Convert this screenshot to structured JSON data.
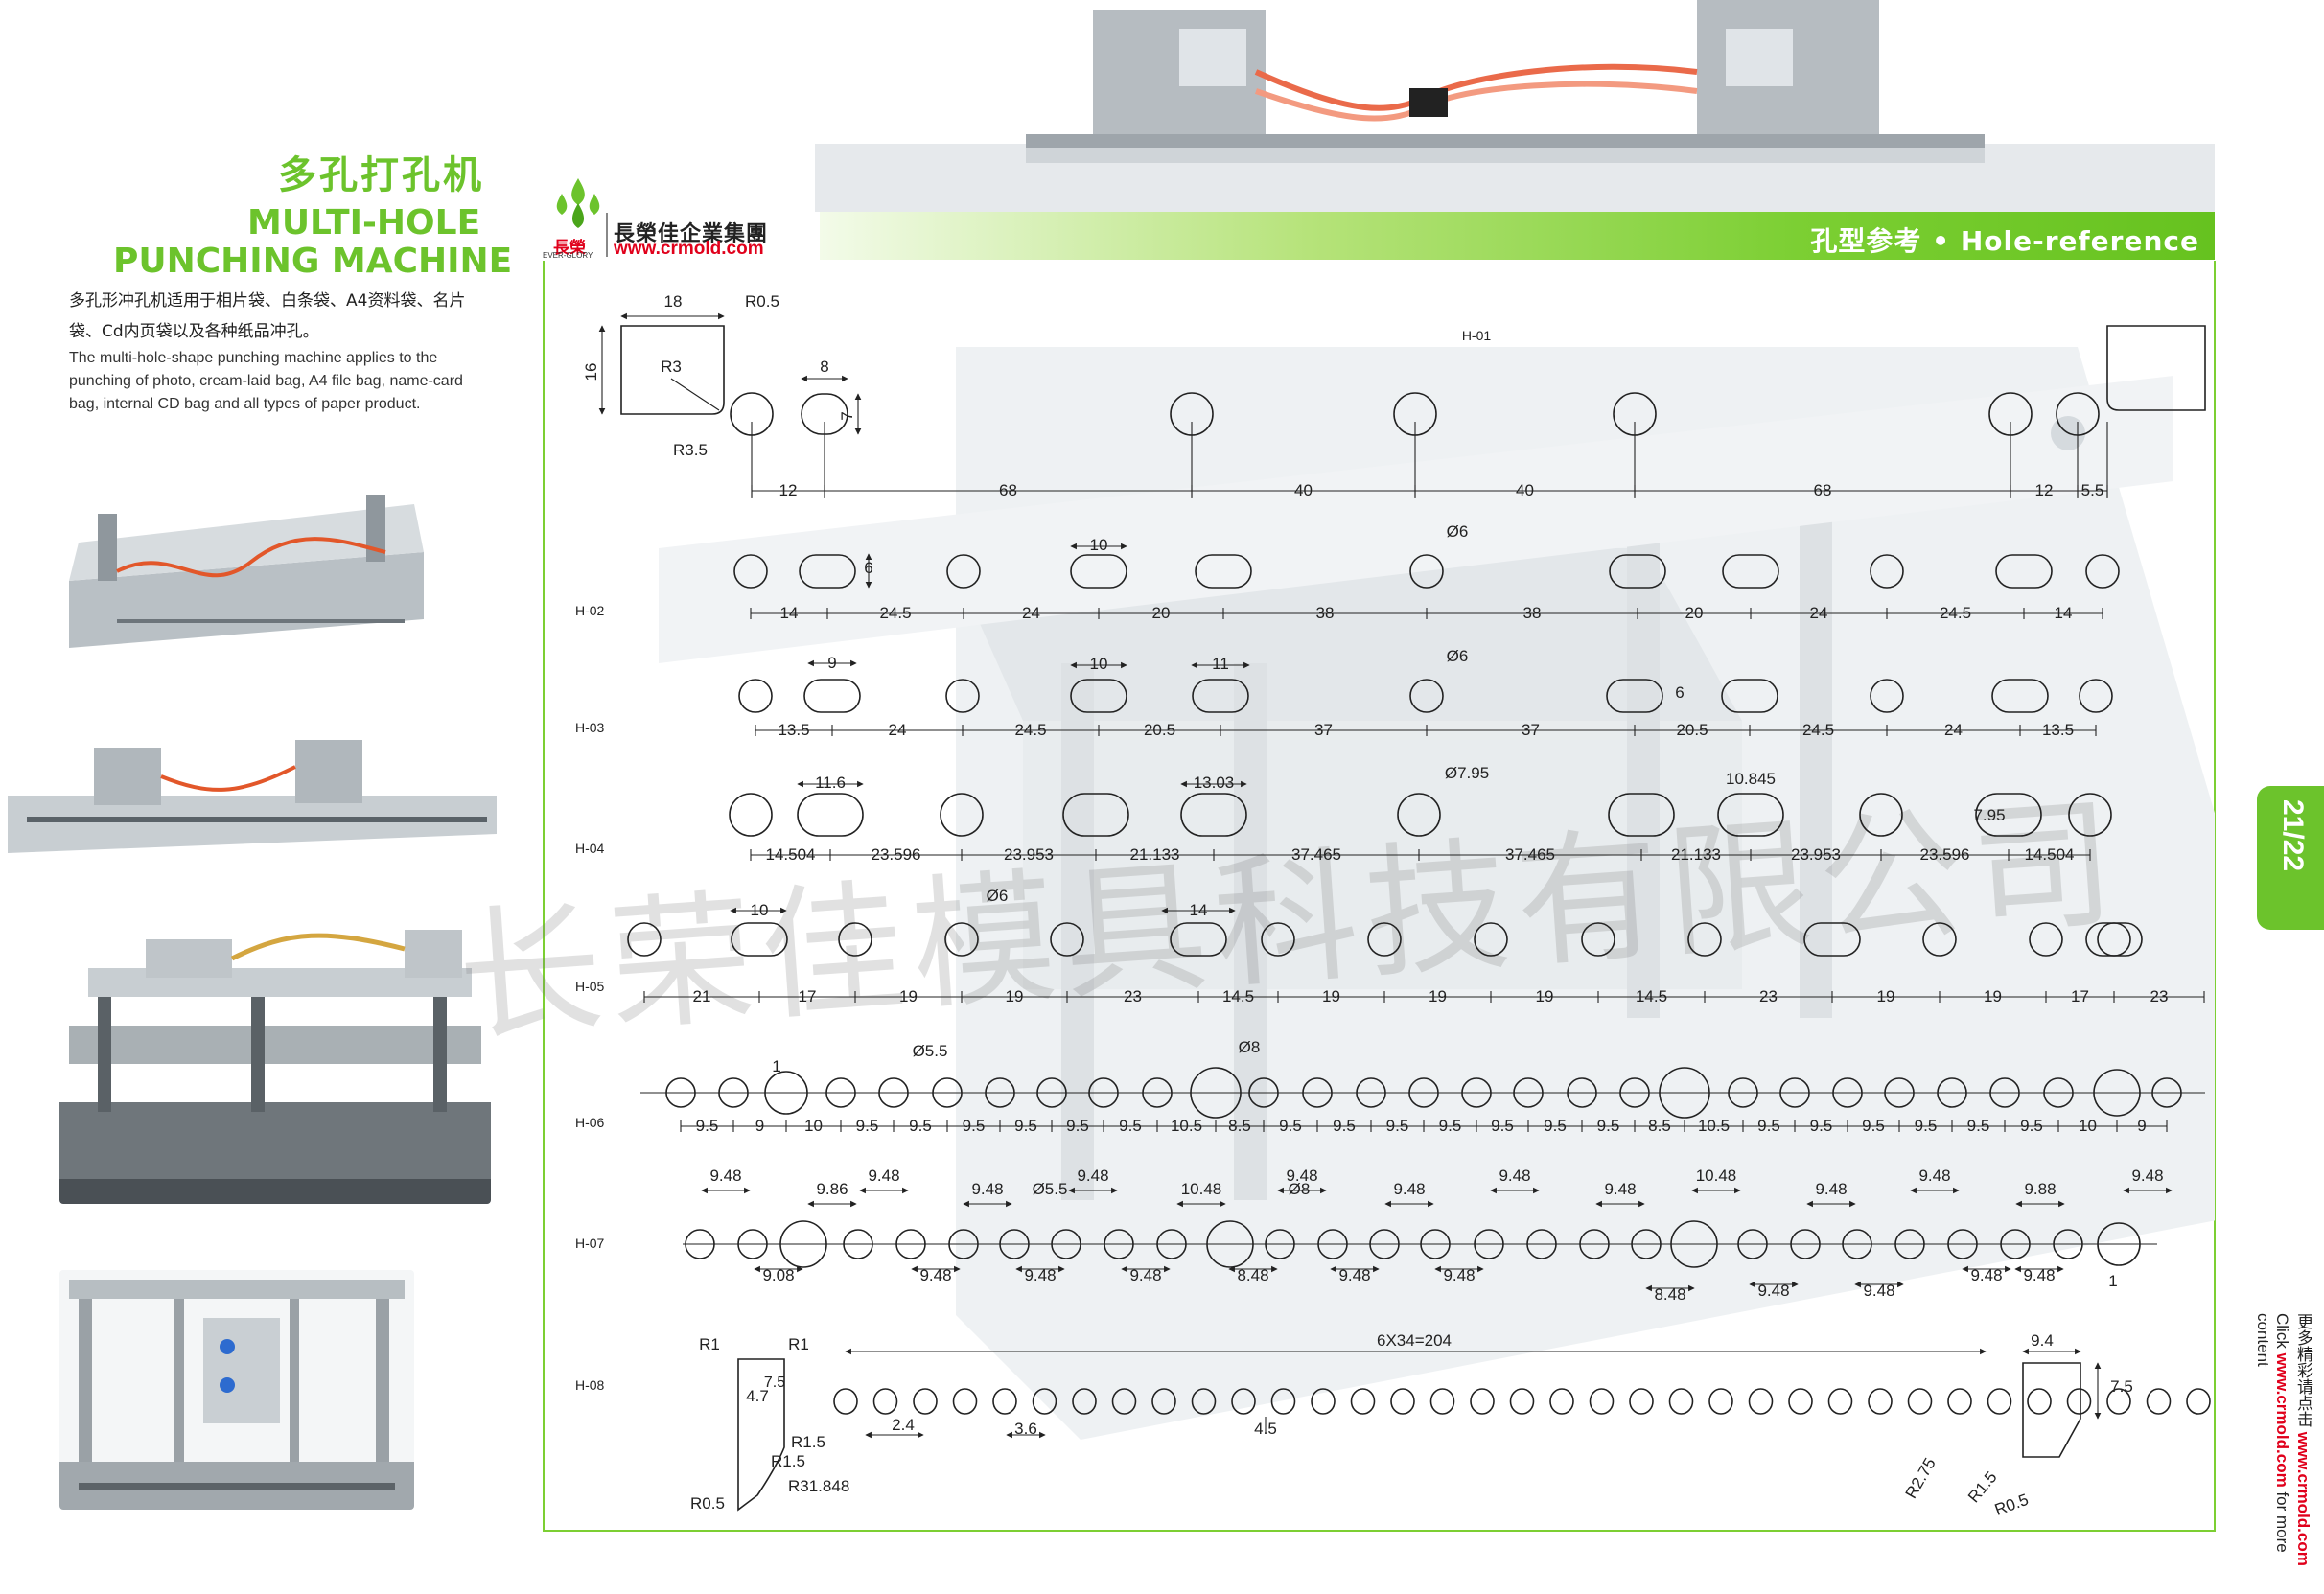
{
  "product": {
    "title_cn": "多孔打孔机",
    "title_en_line1": "MULTI-HOLE",
    "title_en_line2": "PUNCHING MACHINE",
    "desc_cn": "多孔形冲孔机适用于相片袋、白条袋、A4资料袋、名片袋、Cd内页袋以及各种纸品冲孔。",
    "desc_en": "The multi-hole-shape punching machine applies to the punching of photo, cream-laid bag, A4 file bag, name-card bag, internal CD bag and all types of paper product."
  },
  "brand": {
    "logo_cn": "長榮佳企業集團",
    "url": "www.crmold.com",
    "logo_mark": "長榮",
    "logo_sub": "EVER-GLORY"
  },
  "section": {
    "label": "孔型参考 • Hole-reference",
    "page_number": "21/22"
  },
  "side_note": {
    "cn": "更多精彩请点击",
    "url": "www.crmold.com",
    "en_prefix": "Click",
    "en_suffix": "for more content"
  },
  "watermark": "长荣佳模具科技有限公司",
  "drawing": {
    "h01": {
      "label": "H-01",
      "corner_w": "18",
      "corner_r": "R0.5",
      "corner_h": "16",
      "corner_r3": "R3",
      "hole_r": "R3.5",
      "slot_w": "8",
      "slot_h": "7",
      "dims": [
        "12",
        "68",
        "40",
        "40",
        "68",
        "12",
        "5.5"
      ]
    },
    "h02": {
      "label": "H-02",
      "slot_w": "10",
      "slot_h": "6",
      "hole_d": "Ø6",
      "dims": [
        "14",
        "24.5",
        "24",
        "20",
        "38",
        "38",
        "20",
        "24",
        "24.5",
        "14"
      ]
    },
    "h03": {
      "label": "H-03",
      "slot_w": "9",
      "slot_w2": "10",
      "slot_w3": "11",
      "hole_d": "Ø6",
      "slot_h": "6",
      "dims": [
        "13.5",
        "24",
        "24.5",
        "20.5",
        "37",
        "37",
        "20.5",
        "24.5",
        "24",
        "13.5"
      ]
    },
    "h04": {
      "label": "H-04",
      "slot_w": "11.6",
      "slot_w2": "13.03",
      "hole_d": "Ø7.95",
      "slot_w3": "10.845",
      "slot_h": "7.95",
      "dims": [
        "14.504",
        "23.596",
        "23.953",
        "21.133",
        "37.465",
        "37.465",
        "21.133",
        "23.953",
        "23.596",
        "14.504"
      ]
    },
    "h05": {
      "label": "H-05",
      "slot_w": "10",
      "hole_d": "Ø6",
      "slot_w2": "14",
      "dims": [
        "21",
        "17",
        "19",
        "19",
        "23",
        "14.5",
        "19",
        "19",
        "19",
        "14.5",
        "23",
        "19",
        "19",
        "17",
        "23"
      ]
    },
    "h06": {
      "label": "H-06",
      "hole_d": "Ø5.5",
      "hole_d2": "Ø8",
      "small": "1",
      "dims": [
        "9.5",
        "9",
        "10",
        "9.5",
        "9.5",
        "9.5",
        "9.5",
        "9.5",
        "9.5",
        "10.5",
        "8.5",
        "9.5",
        "9.5",
        "9.5",
        "9.5",
        "9.5",
        "9.5",
        "9.5",
        "8.5",
        "10.5",
        "9.5",
        "9.5",
        "9.5",
        "9.5",
        "9.5",
        "9.5",
        "10",
        "9"
      ]
    },
    "h07": {
      "label": "H-07",
      "hole_d": "Ø5.5",
      "hole_d2": "Ø8",
      "small": "1",
      "top": [
        "9.48",
        "9.86",
        "9.48",
        "9.48",
        "9.48",
        "10.48",
        "9.48",
        "9.48",
        "9.48",
        "9.48",
        "10.48",
        "9.48",
        "9.48",
        "9.88",
        "9.48"
      ],
      "bottom": [
        "9.08",
        "9.48",
        "9.48",
        "9.48",
        "8.48",
        "9.48",
        "9.48",
        "8.48",
        "9.48",
        "9.48",
        "9.48",
        "9.48"
      ]
    },
    "h08": {
      "label": "H-08",
      "r1a": "R1",
      "r1b": "R1",
      "d47": "4.7",
      "d75": "7.5",
      "r15a": "R1.5",
      "r15b": "R1.5",
      "r31": "R31.848",
      "r05": "R0.5",
      "span": "6X34=204",
      "d24": "2.4",
      "d36": "3.6",
      "d45": "4.5",
      "w94": "9.4",
      "d75b": "7.5",
      "r275": "R2.75",
      "r15c": "R1.5",
      "r05b": "R0.5"
    }
  }
}
